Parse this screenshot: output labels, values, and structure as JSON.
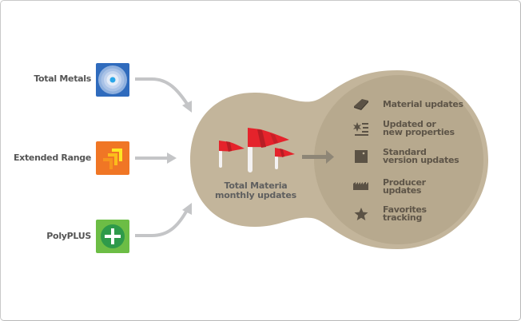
{
  "sources": [
    {
      "label": "Total Metals",
      "icon": "concentric-circles-icon",
      "color": "#2f6bbd"
    },
    {
      "label": "Extended Range",
      "icon": "stacked-arrows-icon",
      "color": "#f07625"
    },
    {
      "label": "PolyPLUS",
      "icon": "plus-circle-icon",
      "color": "#6cbd45"
    }
  ],
  "hub": {
    "label_line1": "Total Materia",
    "label_line2": "monthly updates",
    "icon": "flags-icon",
    "color": "#c3b59b"
  },
  "features": [
    {
      "line1": "Material updates",
      "line2": "",
      "icon": "ingot-icon"
    },
    {
      "line1": "Updated or",
      "line2": "new properties",
      "icon": "properties-list-icon"
    },
    {
      "line1": "Standard",
      "line2": "version updates",
      "icon": "standard-document-icon"
    },
    {
      "line1": "Producer",
      "line2": "updates",
      "icon": "factory-icon"
    },
    {
      "line1": "Favorites",
      "line2": "tracking",
      "icon": "star-icon"
    }
  ],
  "colors": {
    "hub_outer": "#c3b59b",
    "features_circle": "#b7a98e",
    "arrow_grey": "#c4c5c7",
    "inner_arrow": "#8e8676",
    "icon_dark": "#5b5245",
    "flag_red": "#e5232b"
  }
}
